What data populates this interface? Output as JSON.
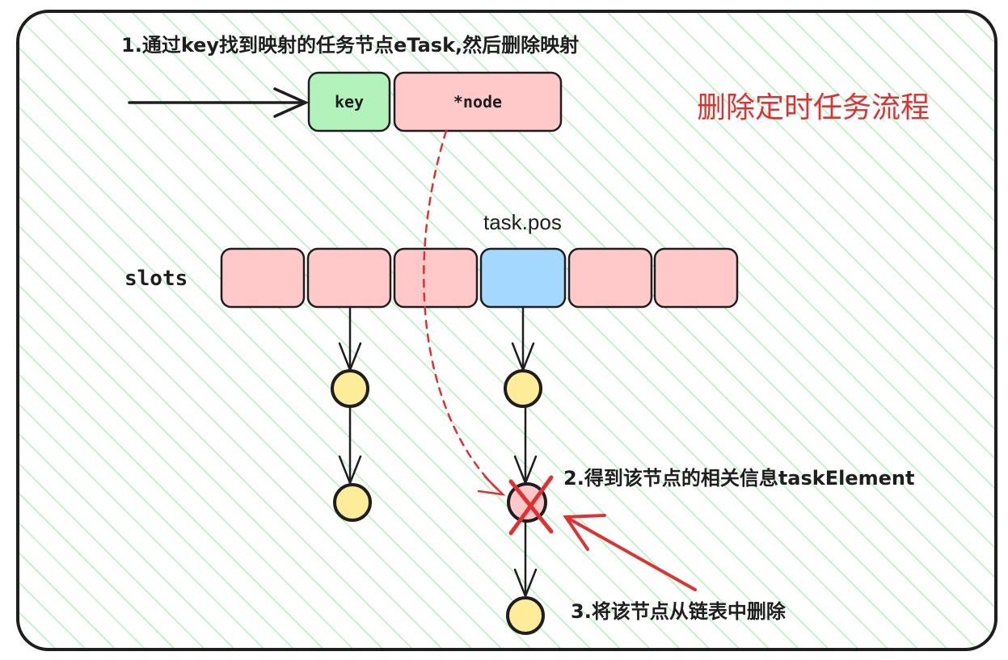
{
  "title": "删除定时任务流程",
  "step1": "1.通过key找到映射的任务节点eTask,然后删除映射",
  "step2": "2.得到该节点的相关信息taskElement",
  "step3": "3.将该节点从链表中删除",
  "map": {
    "key_label": "key",
    "node_label": "*node"
  },
  "slots_label": "slots",
  "task_pos_label": "task.pos",
  "colors": {
    "frame_hatch": "#b2f2bb",
    "key_fill": "#b2f2bb",
    "slot_fill": "#ffc9c9",
    "active_slot_fill": "#a5d8ff",
    "list_node_fill": "#ffec99",
    "deleted_node_fill": "#ffc9c9",
    "annotation_red": "#e03131",
    "stroke": "#1e1e1e"
  },
  "icons": {
    "delete_mark": "red-x-icon"
  }
}
